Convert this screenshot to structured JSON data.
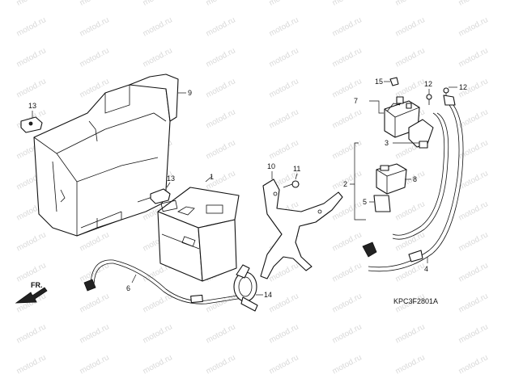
{
  "watermark": "motod.ru",
  "diagram_code": "KPC3F2801A",
  "front_label": "FR.",
  "callouts": {
    "c1": "1",
    "c2": "2",
    "c3": "3",
    "c4": "4",
    "c5": "5",
    "c6": "6",
    "c7": "7",
    "c8": "8",
    "c9": "9",
    "c10": "10",
    "c11": "11",
    "c12a": "12",
    "c12b": "12",
    "c13a": "13",
    "c13b": "13",
    "c14": "14",
    "c15": "15"
  }
}
